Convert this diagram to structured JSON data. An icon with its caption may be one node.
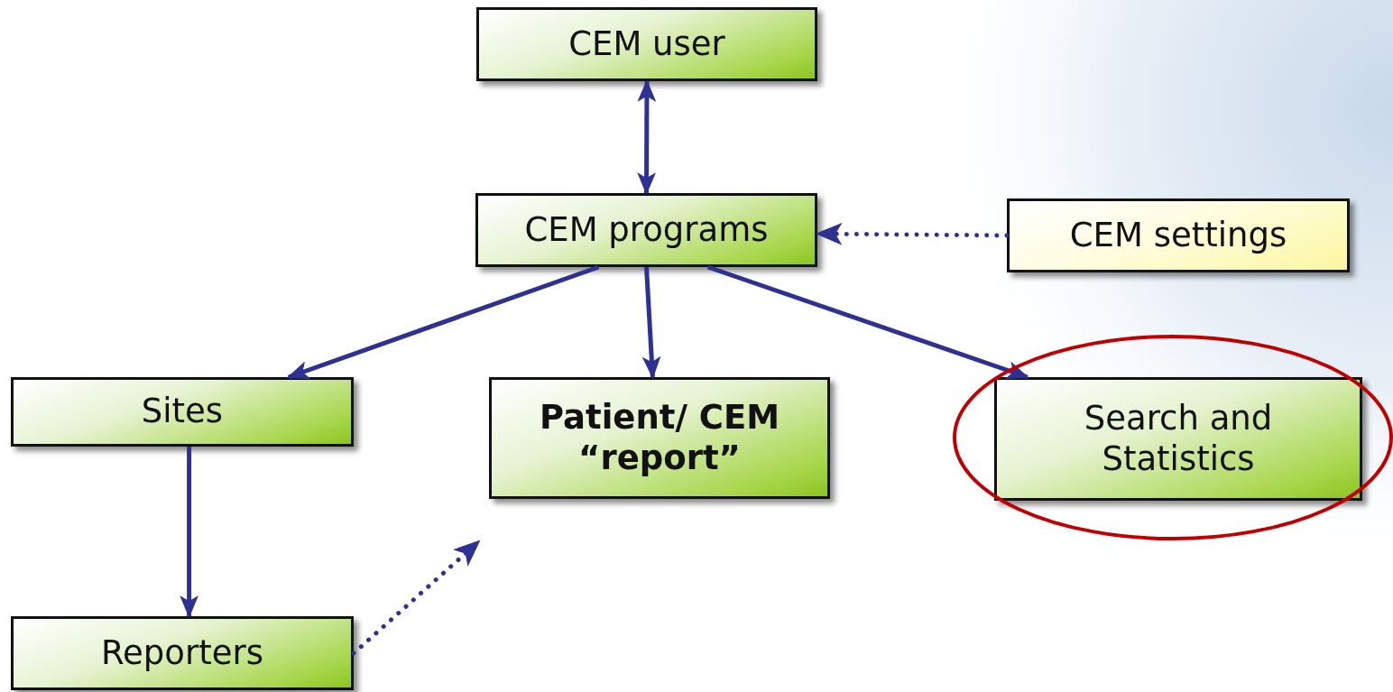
{
  "diagram": {
    "nodes": [
      {
        "text": [
          "CEM user"
        ]
      },
      {
        "text": [
          "CEM programs"
        ]
      },
      {
        "text": [
          "CEM settings"
        ]
      },
      {
        "text": [
          "Sites"
        ]
      },
      {
        "text": [
          "Patient/ CEM “report”"
        ]
      },
      {
        "text": [
          "Search and Statistics"
        ]
      },
      {
        "text": [
          "Reporters"
        ]
      }
    ],
    "edges": [
      {
        "from": 0,
        "to": 1,
        "arrow": "both"
      },
      {
        "from": 2,
        "to": 1,
        "arrow": "to",
        "style": "dashed"
      },
      {
        "from": 1,
        "to": 3,
        "arrow": "to"
      },
      {
        "from": 1,
        "to": 4,
        "arrow": "to"
      },
      {
        "from": 1,
        "to": 5,
        "arrow": "to"
      },
      {
        "from": 3,
        "to": 6,
        "arrow": "to"
      },
      {
        "from": 6,
        "to": 4,
        "arrow": "to",
        "style": "dashed"
      }
    ]
  }
}
